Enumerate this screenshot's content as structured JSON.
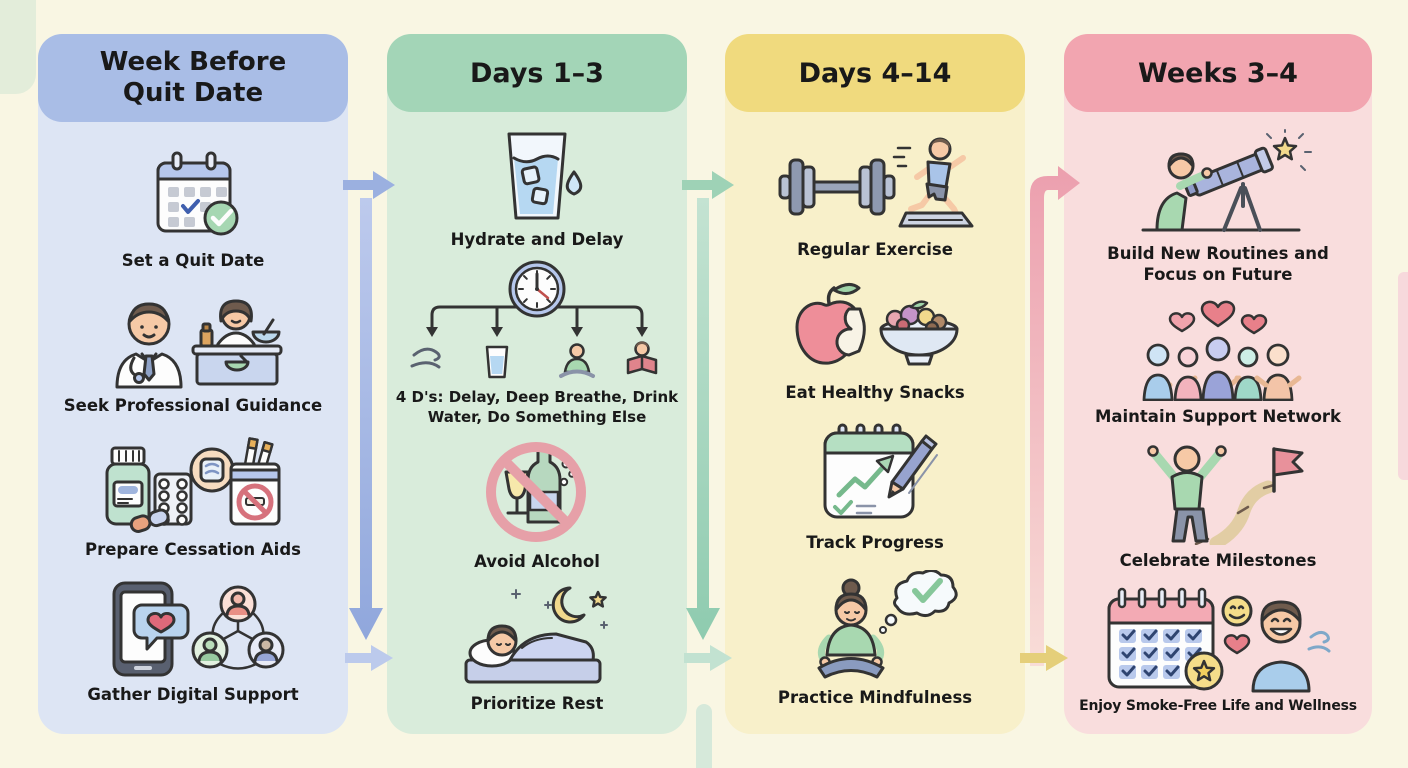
{
  "palette": {
    "background": "#f9f6e3",
    "text": "#191919",
    "col1_header": "#a9bde6",
    "col1_body": "#dde5f4",
    "col1_arrow": "#9bb0e0",
    "col2_header": "#a3d5b7",
    "col2_body": "#d9ecdb",
    "col2_arrow": "#93c9ad",
    "col3_header": "#f0da7e",
    "col3_body": "#f8f0ca",
    "col3_arrow": "#e5cf7a",
    "col4_header": "#f2a5b0",
    "col4_body": "#f9dddd",
    "col4_arrow": "#ec9fae"
  },
  "columns": [
    {
      "title": "Week Before Quit Date",
      "items": [
        {
          "label": "Set a Quit Date",
          "icon": "calendar-check-icon"
        },
        {
          "label": "Seek Professional Guidance",
          "icon": "doctor-pharmacist-icon"
        },
        {
          "label": "Prepare Cessation Aids",
          "icon": "cessation-aids-icon"
        },
        {
          "label": "Gather Digital Support",
          "icon": "phone-people-network-icon"
        }
      ]
    },
    {
      "title": "Days 1–3",
      "items": [
        {
          "label": "Hydrate and Delay",
          "icon": "water-glass-icon"
        },
        {
          "label": "4 D's: Delay, Deep Breathe, Drink Water, Do Something Else",
          "icon": "clock-four-ds-icon"
        },
        {
          "label": "Avoid Alcohol",
          "icon": "no-alcohol-icon"
        },
        {
          "label": "Prioritize Rest",
          "icon": "sleeping-person-icon"
        }
      ]
    },
    {
      "title": "Days 4–14",
      "items": [
        {
          "label": "Regular Exercise",
          "icon": "dumbbell-runner-icon"
        },
        {
          "label": "Eat Healthy Snacks",
          "icon": "apple-fruit-bowl-icon"
        },
        {
          "label": "Track Progress",
          "icon": "notepad-chart-pen-icon"
        },
        {
          "label": "Practice Mindfulness",
          "icon": "meditation-thought-check-icon"
        }
      ]
    },
    {
      "title": "Weeks 3–4",
      "items": [
        {
          "label": "Build New Routines and Focus on Future",
          "icon": "telescope-star-icon"
        },
        {
          "label": "Maintain Support Network",
          "icon": "group-hearts-icon"
        },
        {
          "label": "Celebrate Milestones",
          "icon": "cheering-flag-path-icon"
        },
        {
          "label": "Enjoy Smoke-Free Life and Wellness",
          "icon": "calendar-smiley-person-icon"
        }
      ]
    }
  ],
  "arrows": [
    {
      "from": "Week Before Quit Date",
      "to": "Days 1–3",
      "parts": "top-right, down, bottom-right",
      "color": "#9bb0e0"
    },
    {
      "from": "Days 1–3",
      "to": "Days 4–14",
      "parts": "top-right, down, bottom-right",
      "color": "#93c9ad"
    },
    {
      "from": "Days 4–14",
      "to": "Weeks 3–4",
      "parts": "up-elbow-right, bottom-right",
      "colors": "#ec9fae, #e5cf7a"
    }
  ]
}
